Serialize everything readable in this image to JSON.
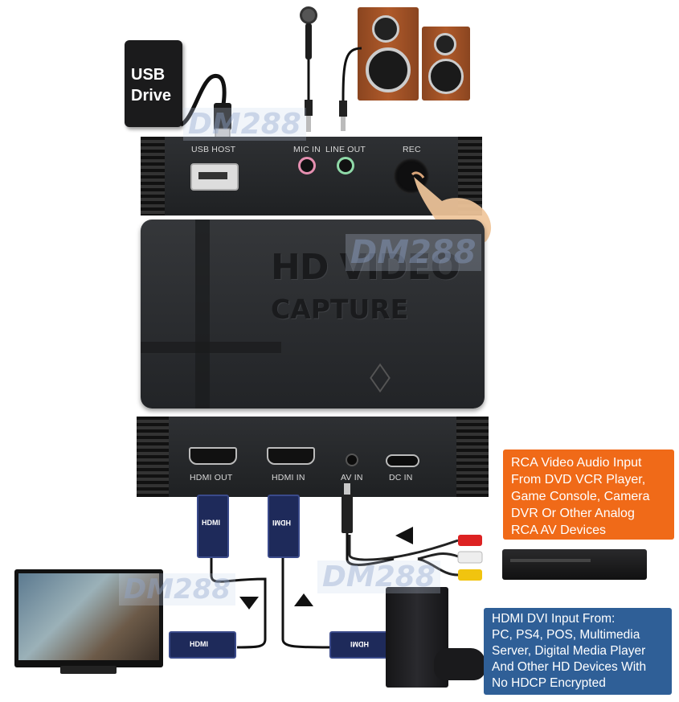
{
  "usb_drive": {
    "line1": "USB",
    "line2": "Drive"
  },
  "top_panel": {
    "usb_host": "USB HOST",
    "mic_in": "MIC IN",
    "line_out": "LINE OUT",
    "rec": "REC"
  },
  "device_face": {
    "line1": "HD VIDEO",
    "line2": "CAPTURE"
  },
  "bottom_panel": {
    "hdmi_out": "HDMI OUT",
    "hdmi_in": "HDMI IN",
    "av_in": "AV IN",
    "dc_in": "DC IN"
  },
  "cable_labels": {
    "hdmi": "HDMI"
  },
  "watermark": "DM288",
  "callouts": {
    "rca": [
      "RCA Video Audio Input",
      "From DVD VCR Player,",
      "Game Console, Camera",
      "DVR Or Other Analog",
      "RCA AV Devices"
    ],
    "hdmi": [
      "HDMI DVI Input From:",
      "PC, PS4, POS, Multimedia",
      "Server, Digital Media Player",
      "And Other HD Devices With",
      "No HDCP Encrypted"
    ]
  },
  "colors": {
    "orange": "#f06a18",
    "blue": "#2f5f97",
    "device": "#2b2d30"
  }
}
